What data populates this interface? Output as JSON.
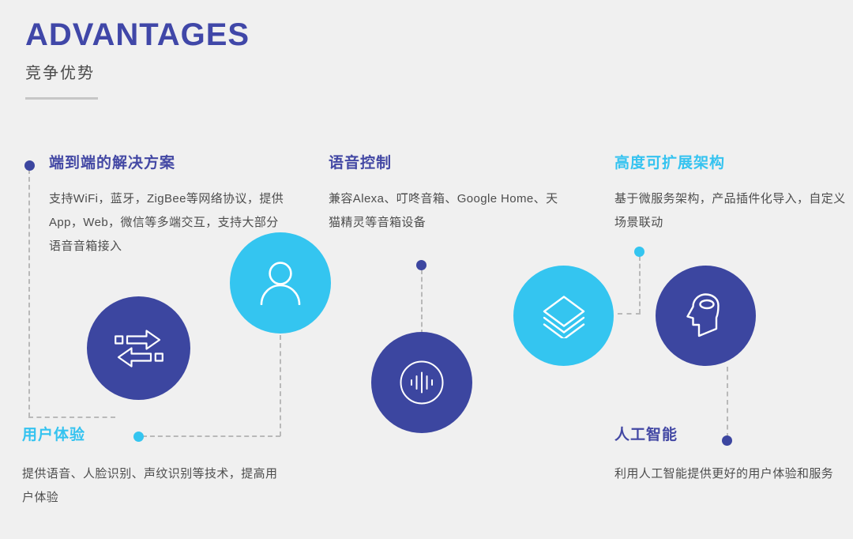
{
  "header": {
    "title_en": "ADVANTAGES",
    "title_cn": "竞争优势"
  },
  "colors": {
    "background": "#f0f0f0",
    "navy": "#3c46a0",
    "navy_text": "#4348a4",
    "cyan": "#34c5f0",
    "cyan_text": "#35c3f0",
    "body_text": "#4d4d4d",
    "dashed_line": "#b9b9b9",
    "rule": "#c6c6c6"
  },
  "blocks": [
    {
      "id": "end-to-end",
      "heading": "端到端的解决方案",
      "heading_color": "navy",
      "body": "支持WiFi，蓝牙，ZigBee等网络协议，提供App，Web，微信等多端交互，支持大部分语音音箱接入"
    },
    {
      "id": "voice-control",
      "heading": "语音控制",
      "heading_color": "navy",
      "body": "兼容Alexa、叮咚音箱、Google Home、天猫精灵等音箱设备"
    },
    {
      "id": "scalable-architecture",
      "heading": "高度可扩展架构",
      "heading_color": "cyan",
      "body": "基于微服务架构，产品插件化导入，自定义场景联动"
    },
    {
      "id": "user-experience",
      "heading": "用户体验",
      "heading_color": "cyan",
      "body": "提供语音、人脸识别、声纹识别等技术，提高用户体验"
    },
    {
      "id": "artificial-intelligence",
      "heading": "人工智能",
      "heading_color": "navy",
      "body": "利用人工智能提供更好的用户体验和服务"
    }
  ],
  "icons": [
    {
      "id": "transfer-arrows-icon",
      "circle_color": "navy",
      "linked_block": "end-to-end"
    },
    {
      "id": "user-person-icon",
      "circle_color": "cyan",
      "linked_block": "user-experience"
    },
    {
      "id": "voice-waveform-icon",
      "circle_color": "navy",
      "linked_block": "voice-control"
    },
    {
      "id": "layers-stack-icon",
      "circle_color": "cyan",
      "linked_block": "scalable-architecture"
    },
    {
      "id": "ai-head-brain-icon",
      "circle_color": "navy",
      "linked_block": "artificial-intelligence"
    }
  ]
}
